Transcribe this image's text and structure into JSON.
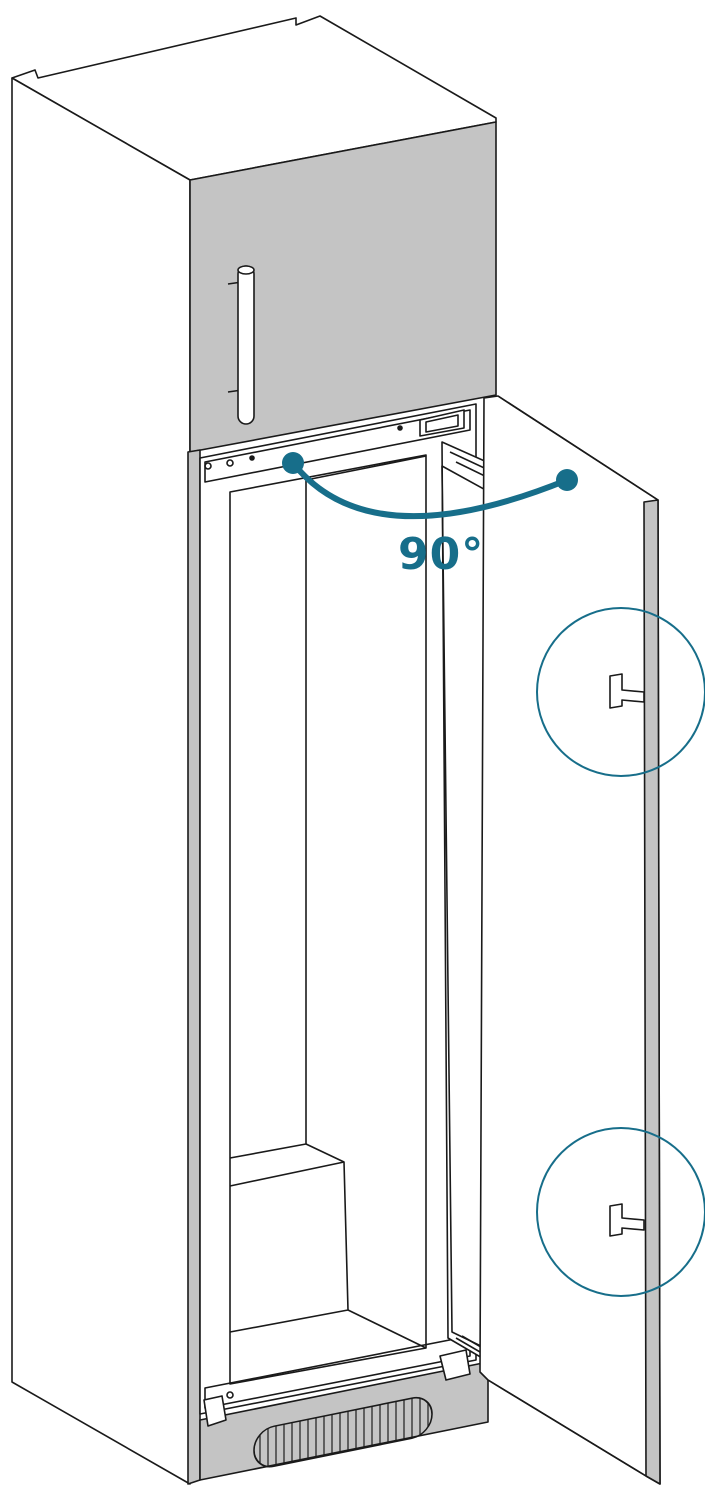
{
  "illustration": {
    "angle_label": "90°",
    "opening_angle_degrees": 90,
    "accent_color": "#176e8a",
    "door_panel_color": "#c4c4c4",
    "line_color": "#1a1a1a",
    "callouts": [
      "upper-hinge-detail",
      "lower-hinge-detail"
    ]
  }
}
